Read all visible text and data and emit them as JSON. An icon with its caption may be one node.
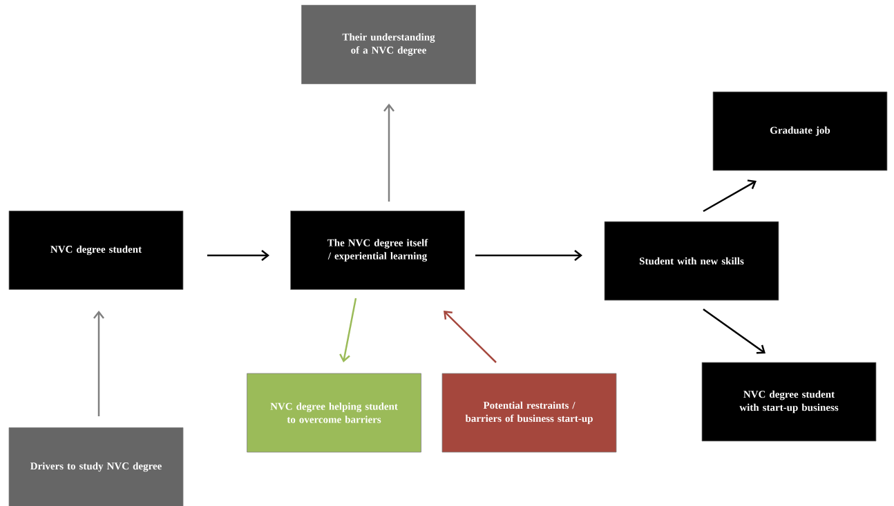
{
  "diagram": {
    "nodes": [
      {
        "text": [
          "Their understanding of a NVC degree"
        ]
      },
      {
        "text": [
          "Graduate job"
        ]
      },
      {
        "text": [
          "NVC degree student"
        ]
      },
      {
        "text": [
          "The NVC degree itself / experiential learning"
        ]
      },
      {
        "text": [
          "Student with new skills"
        ]
      },
      {
        "text": [
          "NVC degree helping student to overcome barriers"
        ]
      },
      {
        "text": [
          "Potential restraints / barriers of business start-up"
        ]
      },
      {
        "text": [
          "NVC degree student with start-up business"
        ]
      },
      {
        "text": [
          "Drivers to study NVC degree"
        ]
      }
    ],
    "edges": [
      {
        "from": 2,
        "to": 3,
        "arrow": "to"
      },
      {
        "from": 3,
        "to": 0,
        "arrow": "to",
        "color": "#7f7f7f"
      },
      {
        "from": 3,
        "to": 4,
        "arrow": "to"
      },
      {
        "from": 4,
        "to": 1,
        "arrow": "to"
      },
      {
        "from": 4,
        "to": 7,
        "arrow": "to"
      },
      {
        "from": 3,
        "to": 5,
        "arrow": "to",
        "color": "#9bbb59"
      },
      {
        "from": 6,
        "to": 3,
        "arrow": "to",
        "color": "#a5473d"
      },
      {
        "from": 8,
        "to": 2,
        "arrow": "to",
        "color": "#7f7f7f"
      }
    ]
  }
}
